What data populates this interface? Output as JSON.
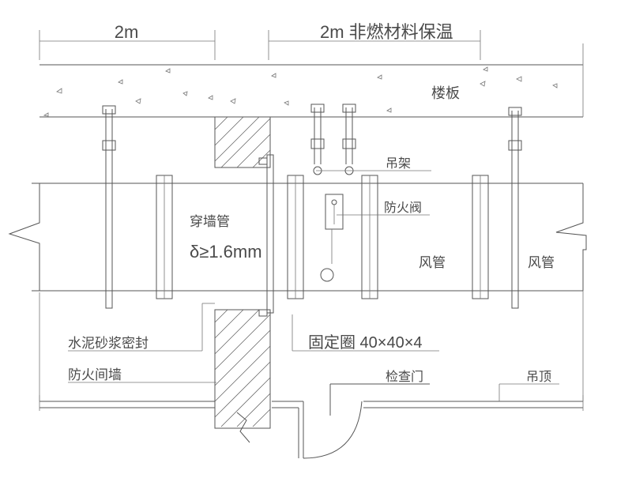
{
  "dimensions": {
    "left": "2m",
    "right": "2m 非燃材料保温"
  },
  "labels": {
    "slab": "楼板",
    "hanger": "吊架",
    "fire_damper": "防火阀",
    "duct_a": "风管",
    "duct_b": "风管",
    "sleeve": "穿墙管",
    "sleeve_spec": "δ≥1.6mm",
    "mortar_seal": "水泥砂浆密封",
    "firewall": "防火间墙",
    "fix_ring": "固定圈 40×40×4",
    "access_door": "检查门",
    "ceiling": "吊顶"
  }
}
